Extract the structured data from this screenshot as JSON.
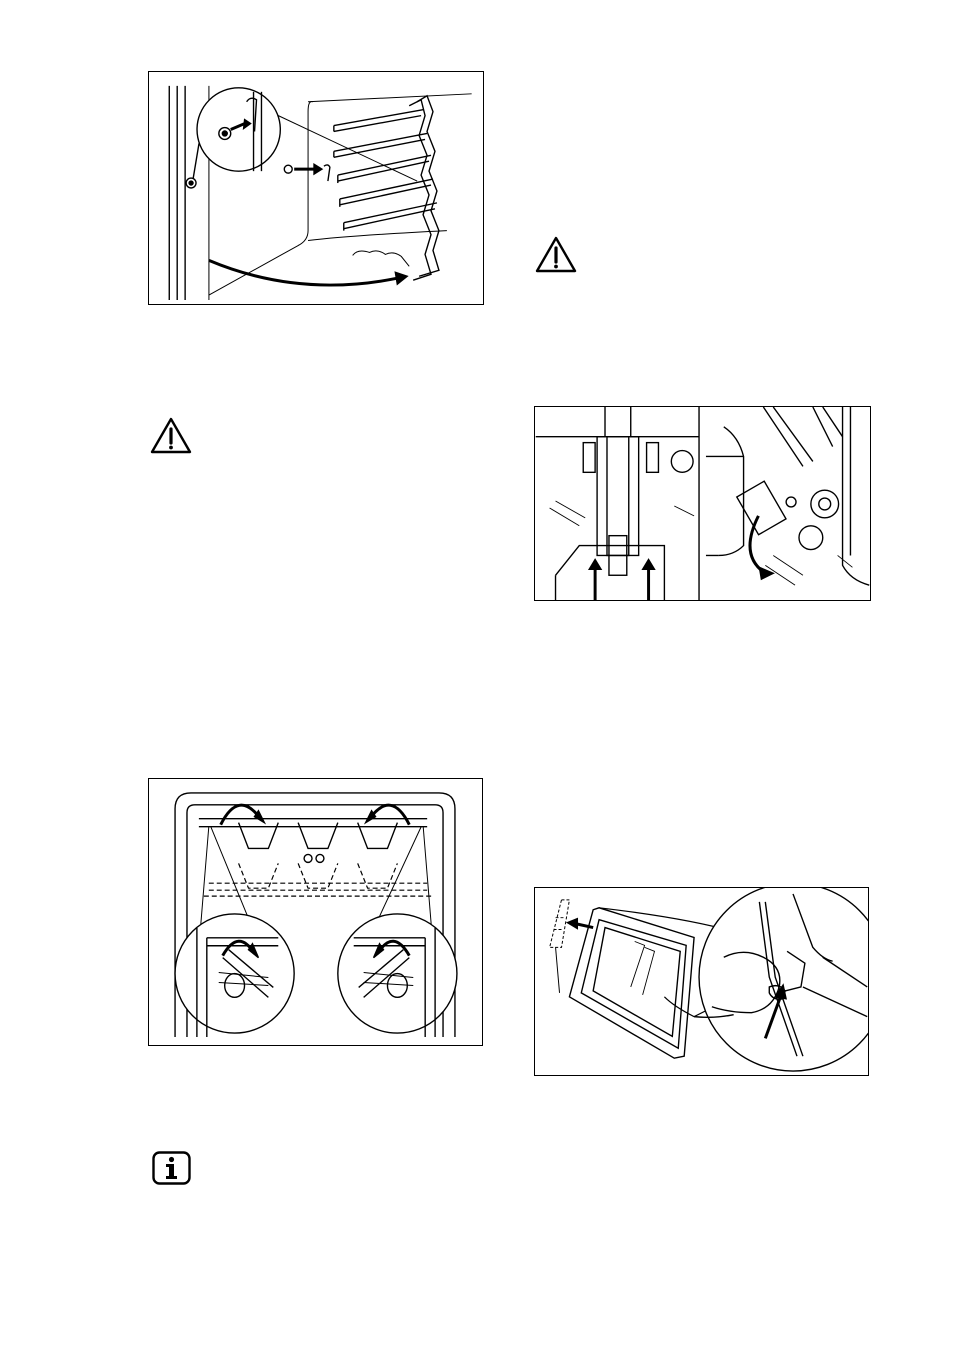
{
  "page": {
    "background": "#ffffff",
    "line_color": "#000000"
  },
  "figures": [
    {
      "id": "shelf-support-removal",
      "icon": "shelf-support-illustration"
    },
    {
      "id": "door-hinge-release",
      "icon": "door-hinge-illustration"
    },
    {
      "id": "grill-heater-lowering",
      "icon": "grill-heater-illustration"
    },
    {
      "id": "door-glass-panel-removal",
      "icon": "door-glass-illustration"
    }
  ],
  "icons": {
    "warning_left": "warning-triangle-icon",
    "warning_right": "warning-triangle-icon",
    "info": "info-icon"
  }
}
